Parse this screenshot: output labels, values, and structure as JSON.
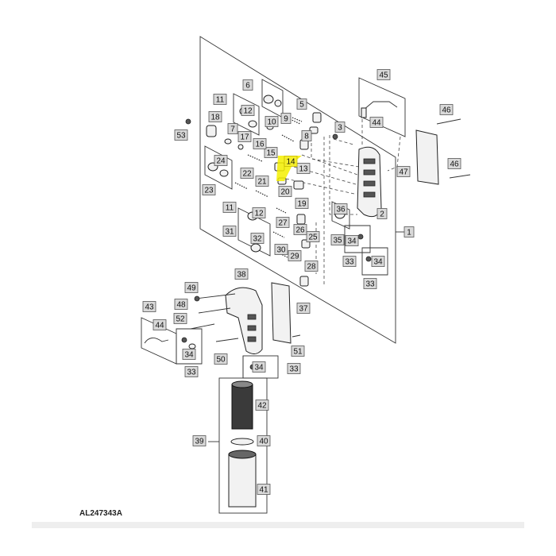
{
  "figure": {
    "code": "AL247343A",
    "highlighted_callout": "14"
  },
  "callouts": [
    "1",
    "2",
    "3",
    "5",
    "6",
    "7",
    "8",
    "9",
    "10",
    "11",
    "11",
    "12",
    "12",
    "13",
    "14",
    "15",
    "16",
    "17",
    "18",
    "19",
    "20",
    "21",
    "22",
    "23",
    "24",
    "25",
    "26",
    "27",
    "28",
    "29",
    "30",
    "31",
    "32",
    "33",
    "33",
    "33",
    "33",
    "34",
    "34",
    "34",
    "34",
    "35",
    "36",
    "37",
    "38",
    "39",
    "40",
    "41",
    "42",
    "43",
    "44",
    "44",
    "45",
    "46",
    "46",
    "47",
    "48",
    "49",
    "50",
    "51",
    "52",
    "53"
  ]
}
